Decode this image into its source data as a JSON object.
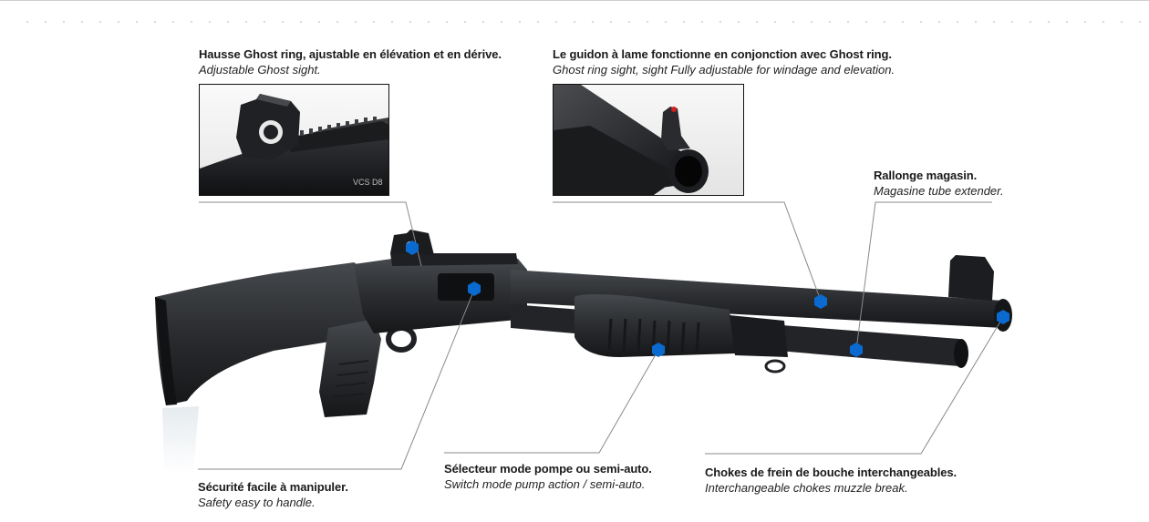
{
  "callouts": {
    "ghost_ring": {
      "fr": "Hausse Ghost ring, ajustable en élévation et en dérive.",
      "en": "Adjustable Ghost sight."
    },
    "front_sight": {
      "fr": "Le guidon à lame fonctionne en conjonction avec Ghost ring.",
      "en": "Ghost ring sight, sight Fully adjustable for windage and elevation."
    },
    "mag_extender": {
      "fr": "Rallonge magasin.",
      "en": "Magasine tube extender."
    },
    "safety": {
      "fr": "Sécurité facile à manipuler.",
      "en": "Safety easy to handle."
    },
    "mode_selector": {
      "fr": "Sélecteur mode pompe ou semi-auto.",
      "en": "Switch mode pump action / semi-auto."
    },
    "chokes": {
      "fr": "Chokes de frein de bouche interchangeables.",
      "en": "Interchangeable chokes muzzle break."
    }
  },
  "branding": {
    "receiver_marking": "VCS D8"
  },
  "colors": {
    "marker": "#0a6ad0",
    "leader_line": "#8a8a8a",
    "gun_body": "#2a2c2f"
  },
  "icons": [
    "hexagon-marker-icon"
  ]
}
